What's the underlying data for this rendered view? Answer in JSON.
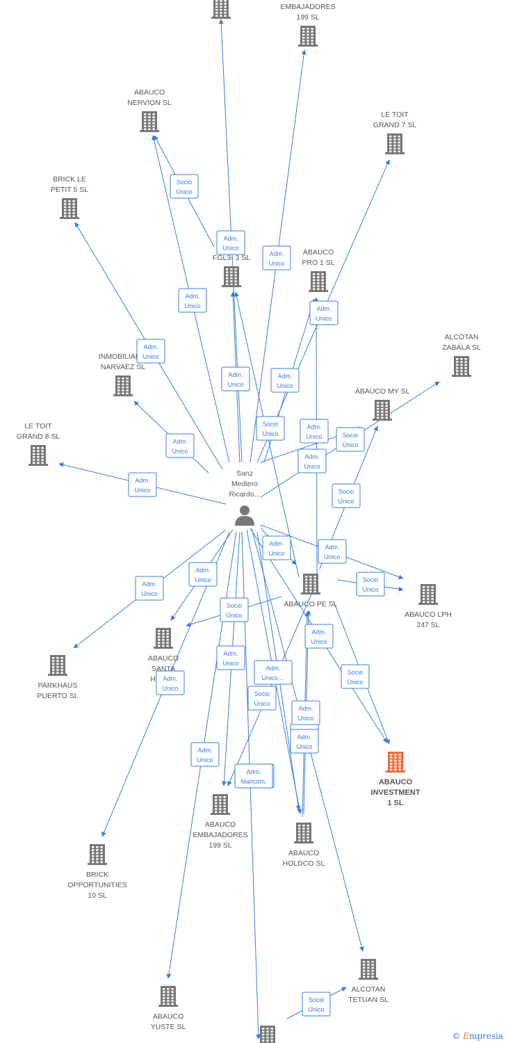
{
  "diagram": {
    "colors": {
      "edge": "#3b7dd8",
      "company": "#777777",
      "focus": "#f26a3d",
      "person": "#777777"
    },
    "center_person": {
      "lines": [
        "Sanz",
        "Mediero",
        "Ricardo..."
      ],
      "icon": "person-icon"
    },
    "companies": [
      {
        "id": "top",
        "lines": []
      },
      {
        "id": "emb_top",
        "lines": [
          "EMBAJADORES",
          "199  SL"
        ]
      },
      {
        "id": "nervion",
        "lines": [
          "ABAUCO",
          "NERVION  SL"
        ]
      },
      {
        "id": "letoit7",
        "lines": [
          "LE TOIT",
          "GRAND 7  SL"
        ]
      },
      {
        "id": "brick5",
        "lines": [
          "BRICK LE",
          "PETIT 5  SL"
        ]
      },
      {
        "id": "fgl",
        "lines": [
          "FGL3- 3  SL"
        ]
      },
      {
        "id": "pro1",
        "lines": [
          "ABAUCO",
          "PRO 1  SL"
        ]
      },
      {
        "id": "narvaez",
        "lines": [
          "INMOBILIARIA",
          "NARVAEZ  SL"
        ]
      },
      {
        "id": "zabala",
        "lines": [
          "ALCOTAN",
          "ZABALA  SL"
        ]
      },
      {
        "id": "my",
        "lines": [
          "ABAUCO MY  SL"
        ]
      },
      {
        "id": "letoit8",
        "lines": [
          "LE TOIT",
          "GRAND 8  SL"
        ]
      },
      {
        "id": "pe",
        "lines": [
          "ABAUCO PE  SL"
        ]
      },
      {
        "id": "lph",
        "lines": [
          "ABAUCO LPH",
          "247  SL"
        ]
      },
      {
        "id": "santa",
        "lines": [
          "ABAUCO",
          "SANTA",
          "HORT..."
        ]
      },
      {
        "id": "parkhaus",
        "lines": [
          "PARKHAUS",
          "PUERTO  SL"
        ]
      },
      {
        "id": "invest",
        "lines": [
          "ABAUCO",
          "INVESTMENT",
          "1  SL"
        ],
        "focus": true
      },
      {
        "id": "emb_bot",
        "lines": [
          "ABAUCO",
          "EMBAJADORES",
          "199  SL"
        ]
      },
      {
        "id": "holdco",
        "lines": [
          "ABAUCO",
          "HOLDCO  SL"
        ]
      },
      {
        "id": "brick10",
        "lines": [
          "BRICK",
          "OPPORTUNITIES",
          "10  SL"
        ]
      },
      {
        "id": "tetuan",
        "lines": [
          "ALCOTAN",
          "TETUAN  SL"
        ]
      },
      {
        "id": "yuste",
        "lines": [
          "ABAUCO",
          "YUSTE  SL"
        ]
      },
      {
        "id": "bottom",
        "lines": []
      }
    ],
    "edges": [
      {
        "badge": [
          "Adm.",
          "Unico"
        ]
      },
      {
        "badge": [
          "Adm.",
          "Unico"
        ]
      },
      {
        "badge": [
          "Adm.",
          "Unico"
        ]
      },
      {
        "badge": [
          "Socio",
          "Único"
        ]
      },
      {
        "badge": [
          "Adm.",
          "Unico"
        ]
      },
      {
        "badge": [
          "Adm.",
          "Unico"
        ]
      },
      {
        "badge": [
          "Adm.",
          "Unico"
        ]
      },
      {
        "badge": [
          "Adm.",
          "Unico"
        ]
      },
      {
        "badge": [
          "Adm.",
          "Unico"
        ]
      },
      {
        "badge": [
          "Socio",
          "Único"
        ]
      },
      {
        "badge": [
          "Adm.",
          "Unico"
        ]
      },
      {
        "badge": [
          "Adm.",
          "Unico"
        ]
      },
      {
        "badge": [
          "Socio",
          "Único"
        ]
      },
      {
        "badge": [
          "Adm.",
          "Unico"
        ]
      },
      {
        "badge": [
          "Adm.",
          "Unico"
        ]
      },
      {
        "badge": [
          "Adm.",
          "Unico"
        ]
      },
      {
        "badge": [
          "Socio",
          "Único"
        ]
      },
      {
        "badge": [
          "Adm.",
          "Unico"
        ]
      },
      {
        "badge": [
          "Adm.",
          "Unico"
        ]
      },
      {
        "badge": [
          "Adm.",
          "Unico"
        ]
      },
      {
        "badge": [
          "Adm.",
          "Unico"
        ]
      },
      {
        "badge": [
          "Socio",
          "Único"
        ]
      },
      {
        "badge": [
          "Adm.",
          "Mancom."
        ]
      },
      {
        "badge": [
          "Socio",
          "Único"
        ]
      },
      {
        "badge": [
          "Adm.",
          "Unico"
        ]
      },
      {
        "badge": [
          "Adm.",
          "Unico,..."
        ]
      },
      {
        "badge": [
          "Adm.",
          "Unico"
        ]
      },
      {
        "badge": [
          "Socio",
          "Único"
        ]
      },
      {
        "badge": [
          "Adm.",
          "Unico"
        ]
      },
      {
        "badge": [
          "Socio",
          "Único"
        ]
      },
      {
        "badge": [
          "Adm.",
          "Unico"
        ]
      },
      {
        "badge": [
          "Adm.",
          "Unico"
        ]
      },
      {
        "badge": [
          "Adm.",
          "Mancom."
        ]
      },
      {
        "badge": [
          "Socio",
          "Único"
        ]
      }
    ]
  },
  "footer": {
    "copyright": "©",
    "brand_initial": "E",
    "brand_rest": "mpresia"
  }
}
